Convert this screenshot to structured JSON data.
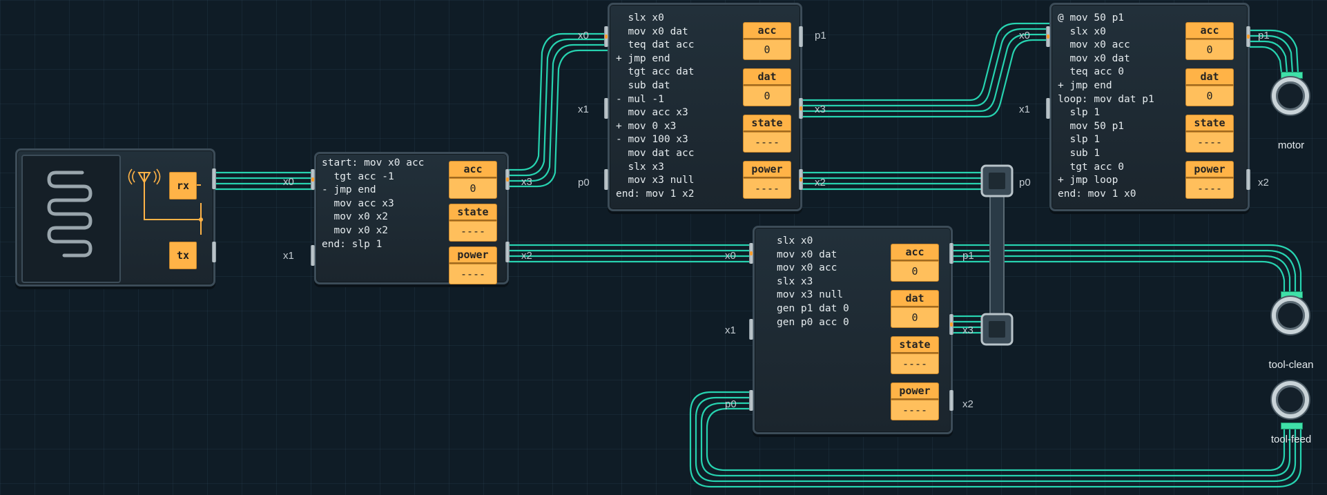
{
  "chips": {
    "main": {
      "code": "start: mov x0 acc\n  tgt acc -1\n- jmp end\n  mov acc x3\n  mov x0 x2\n  mov x0 x2\nend: slp 1",
      "registers": [
        {
          "name": "acc",
          "value": "0"
        },
        {
          "name": "state",
          "value": "----"
        },
        {
          "name": "power",
          "value": "----"
        }
      ]
    },
    "top_mid": {
      "code": "  slx x0\n  mov x0 dat\n  teq dat acc\n+ jmp end\n  tgt acc dat\n  sub dat\n- mul -1\n  mov acc x3\n+ mov 0 x3\n- mov 100 x3\n  mov dat acc\n  slx x3\n  mov x3 null\nend: mov 1 x2",
      "registers": [
        {
          "name": "acc",
          "value": "0"
        },
        {
          "name": "dat",
          "value": "0"
        },
        {
          "name": "state",
          "value": "----"
        },
        {
          "name": "power",
          "value": "----"
        }
      ]
    },
    "top_right": {
      "code": "@ mov 50 p1\n  slx x0\n  mov x0 acc\n  mov x0 dat\n  teq acc 0\n+ jmp end\nloop: mov dat p1\n  slp 1\n  mov 50 p1\n  slp 1\n  sub 1\n  tgt acc 0\n+ jmp loop\nend: mov 1 x0",
      "registers": [
        {
          "name": "acc",
          "value": "0"
        },
        {
          "name": "dat",
          "value": "0"
        },
        {
          "name": "state",
          "value": "----"
        },
        {
          "name": "power",
          "value": "----"
        }
      ]
    },
    "bottom_mid": {
      "code": "slx x0\nmov x0 dat\nmov x0 acc\nslx x3\nmov x3 null\ngen p1 dat 0\ngen p0 acc 0",
      "registers": [
        {
          "name": "acc",
          "value": "0"
        },
        {
          "name": "dat",
          "value": "0"
        },
        {
          "name": "state",
          "value": "----"
        },
        {
          "name": "power",
          "value": "----"
        }
      ]
    }
  },
  "radio": {
    "rx": "rx",
    "tx": "tx"
  },
  "pins": {
    "radio_x0": "x0",
    "main_x1": "x1",
    "main_x3": "x3",
    "main_x2": "x2",
    "tm_x0": "x0",
    "tm_x1": "x1",
    "tm_p0": "p0",
    "tm_p1": "p1",
    "tm_x3": "x3",
    "tm_x2": "x2",
    "tr_x0": "x0",
    "tr_x1": "x1",
    "tr_p1": "p1",
    "tr_x2": "x2",
    "bm_x0": "x0",
    "bm_x1": "x1",
    "bm_p0": "p0",
    "bm_p1": "p1",
    "bm_x3": "x3",
    "bm_x2": "x2",
    "bridge_p0": "p0"
  },
  "devices": {
    "motor": "motor",
    "tool_clean": "tool-clean",
    "tool_feed": "tool-feed"
  },
  "colors": {
    "wire": "#27d3b0",
    "register": "#ffb347",
    "background": "#0f1c26"
  }
}
